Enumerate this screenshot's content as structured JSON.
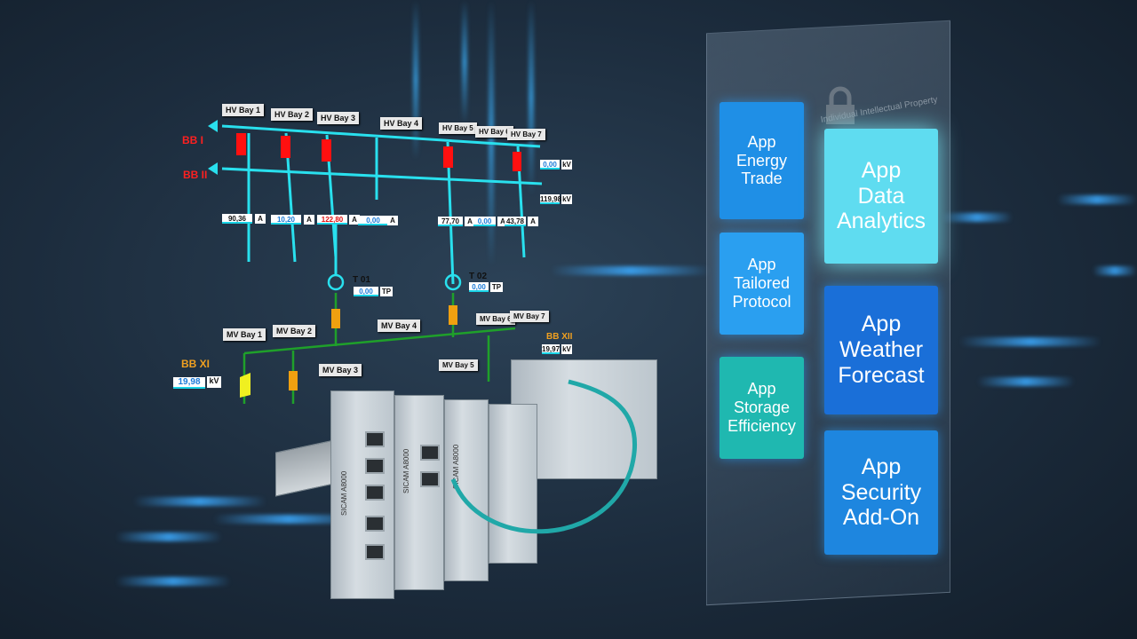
{
  "diagram": {
    "hv_bays": [
      "HV Bay 1",
      "HV Bay 2",
      "HV Bay 3",
      "HV Bay 4",
      "HV Bay 5",
      "HV Bay 6",
      "HV Bay 7"
    ],
    "busbars_hv": [
      "BB I",
      "BB II"
    ],
    "currents": [
      {
        "v": "90,36",
        "u": "A"
      },
      {
        "v": "10,20",
        "u": "A"
      },
      {
        "v": "122,80",
        "u": "A"
      },
      {
        "v": "0,00",
        "u": "A"
      },
      {
        "v": "77,70",
        "u": "A"
      },
      {
        "v": "0,00",
        "u": "A"
      },
      {
        "v": "43,78",
        "u": "A"
      }
    ],
    "voltages_hv": [
      {
        "v": "0,00",
        "u": "kV"
      },
      {
        "v": "119,98",
        "u": "kV"
      }
    ],
    "transformers": [
      {
        "name": "T 01",
        "v": "0,00",
        "u": "TP"
      },
      {
        "name": "T 02",
        "v": "0,00",
        "u": "TP"
      }
    ],
    "mv_bays": [
      "MV Bay 1",
      "MV Bay 2",
      "MV Bay 3",
      "MV Bay 4",
      "MV Bay 5",
      "MV Bay 6",
      "MV Bay 7"
    ],
    "bb_xi": {
      "name": "BB XI",
      "v": "19,98",
      "u": "kV"
    },
    "bb_xii": {
      "name": "BB XII",
      "v": "19,97",
      "u": "kV"
    }
  },
  "device_label": "SICAM A8000",
  "panel": {
    "lock_caption": "Individual Intellectual Property",
    "apps": [
      {
        "lines": [
          "App",
          "Energy",
          "Trade"
        ],
        "color": "#1f8fe6"
      },
      {
        "lines": [
          "App",
          "Data",
          "Analytics"
        ],
        "color": "#5fdcf0"
      },
      {
        "lines": [
          "App",
          "Tailored",
          "Protocol"
        ],
        "color": "#2a9ff0"
      },
      {
        "lines": [
          "App",
          "Weather",
          "Forecast"
        ],
        "color": "#1a6fd8"
      },
      {
        "lines": [
          "App",
          "Storage",
          "Efficiency"
        ],
        "color": "#1fb8b0"
      },
      {
        "lines": [
          "App",
          "Security",
          "Add-On"
        ],
        "color": "#1e86df"
      }
    ]
  }
}
